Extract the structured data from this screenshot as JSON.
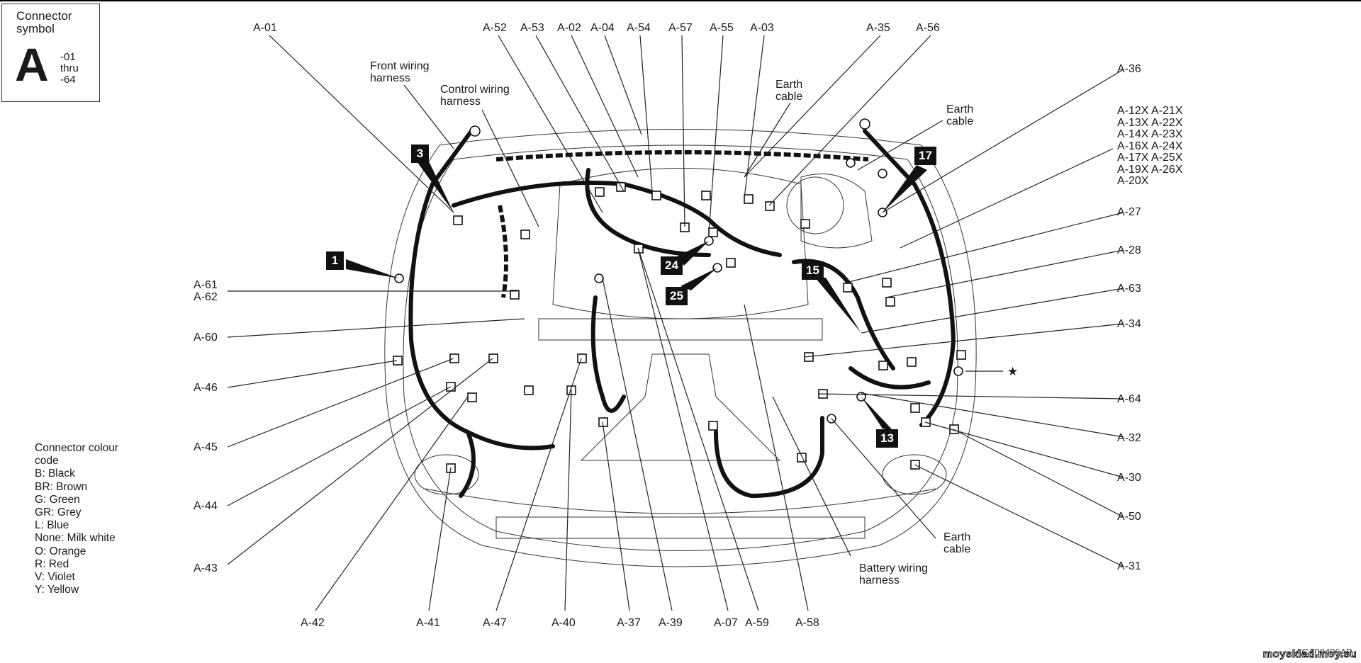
{
  "symbol": {
    "title": "Connector\nsymbol",
    "letter": "A",
    "range": "-01\nthru\n-64"
  },
  "top_labels": [
    "A-01",
    "A-52",
    "A-53",
    "A-02",
    "A-04",
    "A-54",
    "A-57",
    "A-55",
    "A-03",
    "A-35",
    "A-56"
  ],
  "right_labels": [
    "A-36",
    "A-27",
    "A-28",
    "A-63",
    "A-34",
    "A-64",
    "A-32",
    "A-30",
    "A-50",
    "A-31"
  ],
  "left_labels": [
    "A-61\nA-62",
    "A-60",
    "A-46",
    "A-45",
    "A-44",
    "A-43"
  ],
  "bottom_labels": [
    "A-42",
    "A-41",
    "A-47",
    "A-40",
    "A-37",
    "A-39",
    "A-07",
    "A-59",
    "A-58"
  ],
  "x_connectors": [
    [
      "A-12X",
      "A-21X"
    ],
    [
      "A-13X",
      "A-22X"
    ],
    [
      "A-14X",
      "A-23X"
    ],
    [
      "A-16X",
      "A-24X"
    ],
    [
      "A-17X",
      "A-25X"
    ],
    [
      "A-19X",
      "A-26X"
    ],
    [
      "A-20X"
    ]
  ],
  "callouts": {
    "front_harness": "Front wiring\nharness",
    "control_harness": "Control wiring\nharness",
    "earth_cable_1": "Earth\ncable",
    "earth_cable_2": "Earth\ncable",
    "earth_cable_3": "Earth\ncable",
    "battery_harness": "Battery wiring\nharness",
    "star": "★"
  },
  "badges": [
    "1",
    "3",
    "13",
    "15",
    "17",
    "24",
    "25"
  ],
  "legend": {
    "title": "Connector colour\ncode",
    "items": [
      "B: Black",
      "BR: Brown",
      "G: Green",
      "GR: Grey",
      "L: Blue",
      "None: Milk white",
      "O: Orange",
      "R: Red",
      "V: Violet",
      "Y: Yellow"
    ]
  },
  "footer": {
    "doc_id": "ACA00406AB",
    "watermark": "moysklad.moy.su"
  }
}
